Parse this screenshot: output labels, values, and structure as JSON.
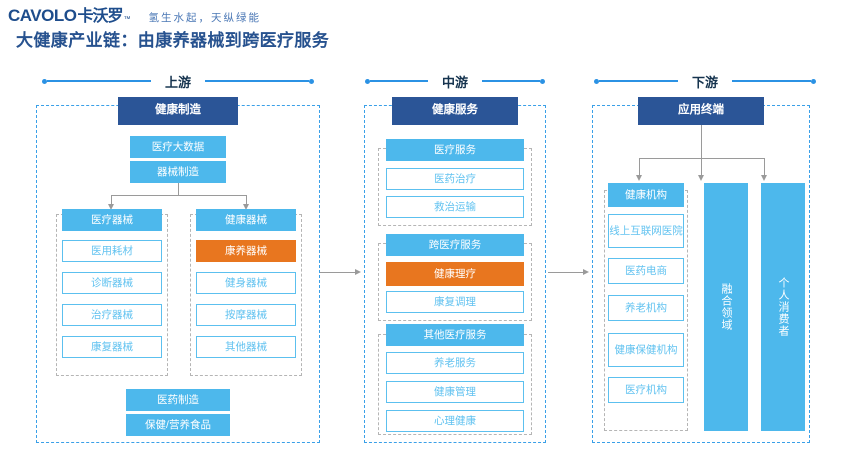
{
  "header": {
    "logo_latin": "CAVOLO",
    "logo_cn": "卡沃罗",
    "logo_tm": "™",
    "tagline": "氢生水起，天纵绿能",
    "title": "大健康产业链：由康养器械到跨医疗服务"
  },
  "colors": {
    "dark_blue": "#2b5597",
    "solid_blue": "#4db8ec",
    "orange": "#e8761f",
    "outline_blue": "#5cc0ef",
    "accent_line": "#2b92e4",
    "title_blue": "#27528f"
  },
  "stages": [
    {
      "label": "上游"
    },
    {
      "label": "中游"
    },
    {
      "label": "下游"
    }
  ],
  "upstream": {
    "header": "健康制造",
    "top_items": [
      "医疗大数据",
      "器械制造"
    ],
    "groups": [
      {
        "title": "医疗器械",
        "items": [
          "医用耗材",
          "诊断器械",
          "治疗器械",
          "康复器械"
        ]
      },
      {
        "title": "健康器械",
        "highlight": "康养器械",
        "items": [
          "健身器械",
          "按摩器械",
          "其他器械"
        ]
      }
    ],
    "bottom_items": [
      "医药制造",
      "保健/营养食品"
    ]
  },
  "midstream": {
    "header": "健康服务",
    "groups": [
      {
        "title": "医疗服务",
        "items": [
          "医药治疗",
          "救治运输"
        ]
      },
      {
        "title": "跨医疗服务",
        "highlight": "健康理疗",
        "items": [
          "康复调理"
        ]
      },
      {
        "title": "其他医疗服务",
        "items": [
          "养老服务",
          "健康管理",
          "心理健康"
        ]
      }
    ]
  },
  "downstream": {
    "header": "应用终端",
    "group": {
      "title": "健康机构",
      "items": [
        "线上互联网医院",
        "医药电商",
        "养老机构",
        "健康保健机构",
        "医疗机构"
      ]
    },
    "vertical_boxes": [
      "融合领域",
      "个人消费者"
    ]
  }
}
